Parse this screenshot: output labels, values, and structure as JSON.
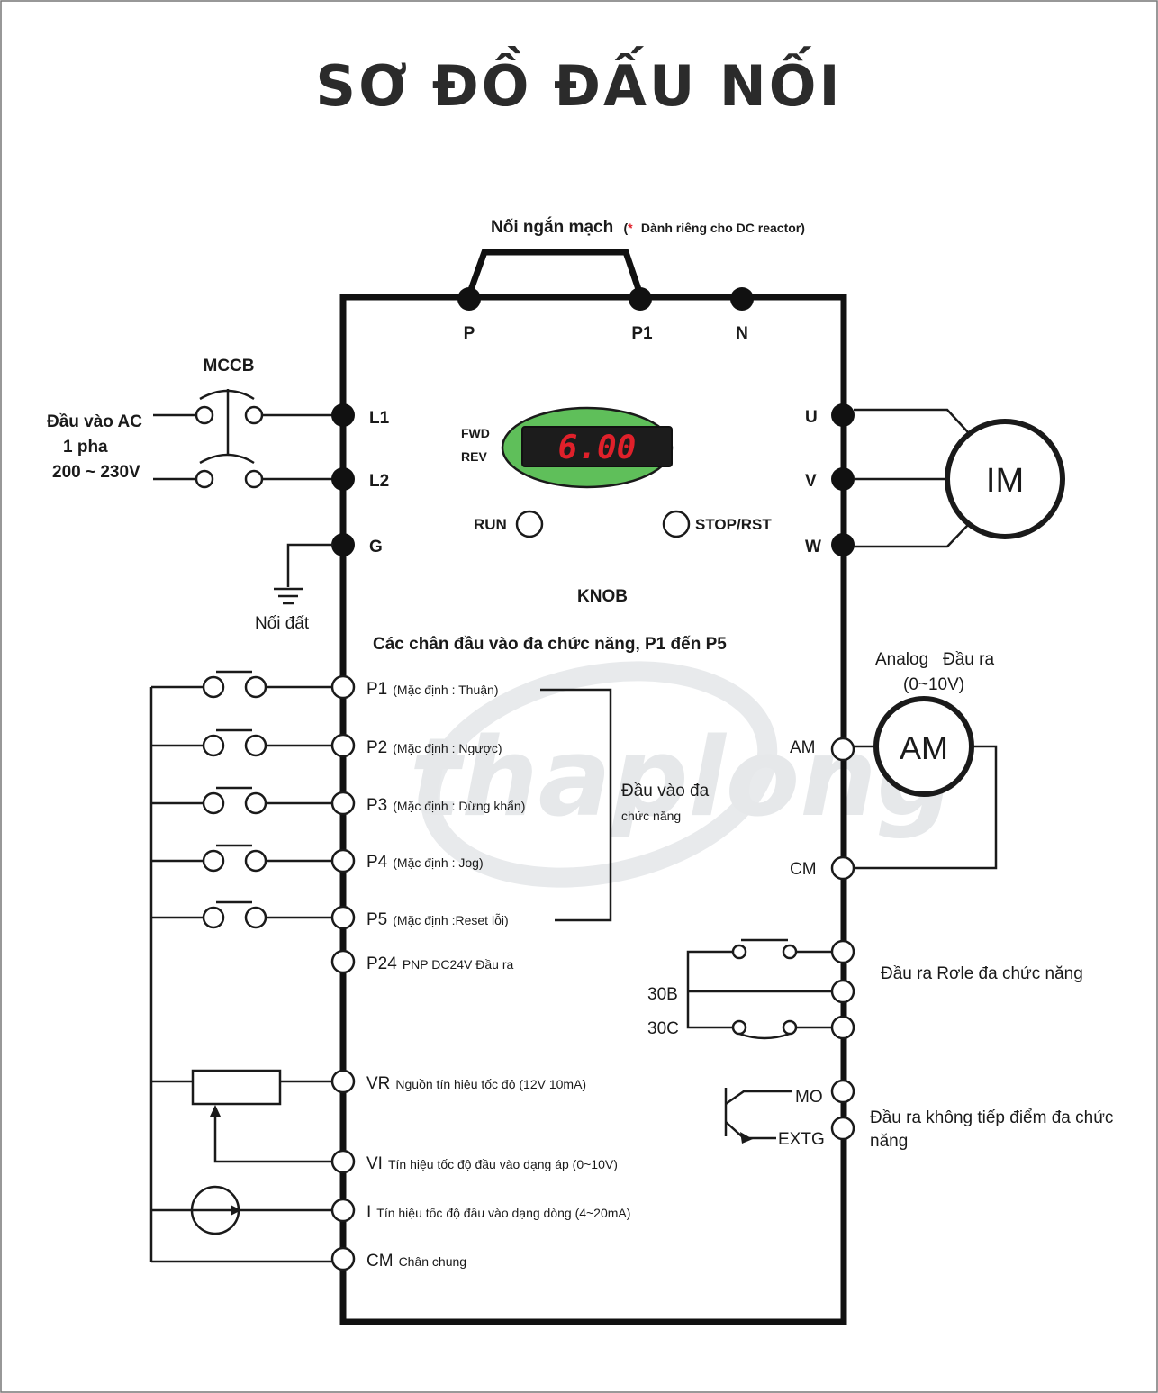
{
  "title": "SƠ ĐỒ ĐẤU NỐI",
  "short_circuit": {
    "label": "Nối ngắn mạch",
    "note_star": "*",
    "note": "Dành riêng cho DC reactor)",
    "open_paren": "("
  },
  "top_terminals": [
    "P",
    "P1",
    "N"
  ],
  "mccb": "MCCB",
  "ac_input": {
    "line1": "Đầu vào AC",
    "line2": "1 pha",
    "line3": "200 ~ 230V"
  },
  "left_power_terminals": [
    "L1",
    "L2",
    "G"
  ],
  "ground": "Nối đất",
  "display": {
    "fwd": "FWD",
    "rev": "REV",
    "value": "6.00",
    "run": "RUN",
    "stop": "STOP/RST",
    "knob": "KNOB"
  },
  "motor_terminals": [
    "U",
    "V",
    "W"
  ],
  "motor": "IM",
  "multi_input_title": "Các chân đầu vào đa chức năng, P1 đến P5",
  "inputs": [
    {
      "name": "P1",
      "desc": "(Mặc định : Thuận)"
    },
    {
      "name": "P2",
      "desc": "(Mặc định : Ngược)"
    },
    {
      "name": "P3",
      "desc": "(Mặc định : Dừng khẩn)"
    },
    {
      "name": "P4",
      "desc": "(Mặc định : Jog)"
    },
    {
      "name": "P5",
      "desc": "(Mặc định :Reset lỗi)"
    }
  ],
  "p24": {
    "name": "P24",
    "desc": "PNP DC24V Đầu ra"
  },
  "multi_input_brace": {
    "line1": "Đầu vào đa",
    "line2": "chức năng"
  },
  "analog_output": {
    "line1": "Analog   Đầu ra",
    "line2": "(0~10V)"
  },
  "am_meter": "AM",
  "am_terminal": "AM",
  "cm_terminal_right": "CM",
  "relay": {
    "label": "Đầu ra Rơle đa chức năng",
    "b": "30B",
    "c": "30C"
  },
  "mo": "MO",
  "extg": "EXTG",
  "open_collector": {
    "line1": "Đầu ra không tiếp điểm đa chức",
    "line2": "năng"
  },
  "analog_inputs": [
    {
      "name": "VR",
      "desc": "Nguồn tín hiệu tốc độ  (12V  10mA)"
    },
    {
      "name": "VI",
      "desc": "Tín hiệu tốc độ đầu vào dạng áp (0~10V)"
    },
    {
      "name": "I",
      "desc": "Tín hiệu tốc độ đầu vào dạng dòng (4~20mA)"
    },
    {
      "name": "CM",
      "desc": "Chân chung"
    }
  ],
  "watermark": "thaplong",
  "colors": {
    "display_green": "#5fbf5a",
    "digit_red": "#e0202a",
    "note_star": "#e0202a"
  }
}
